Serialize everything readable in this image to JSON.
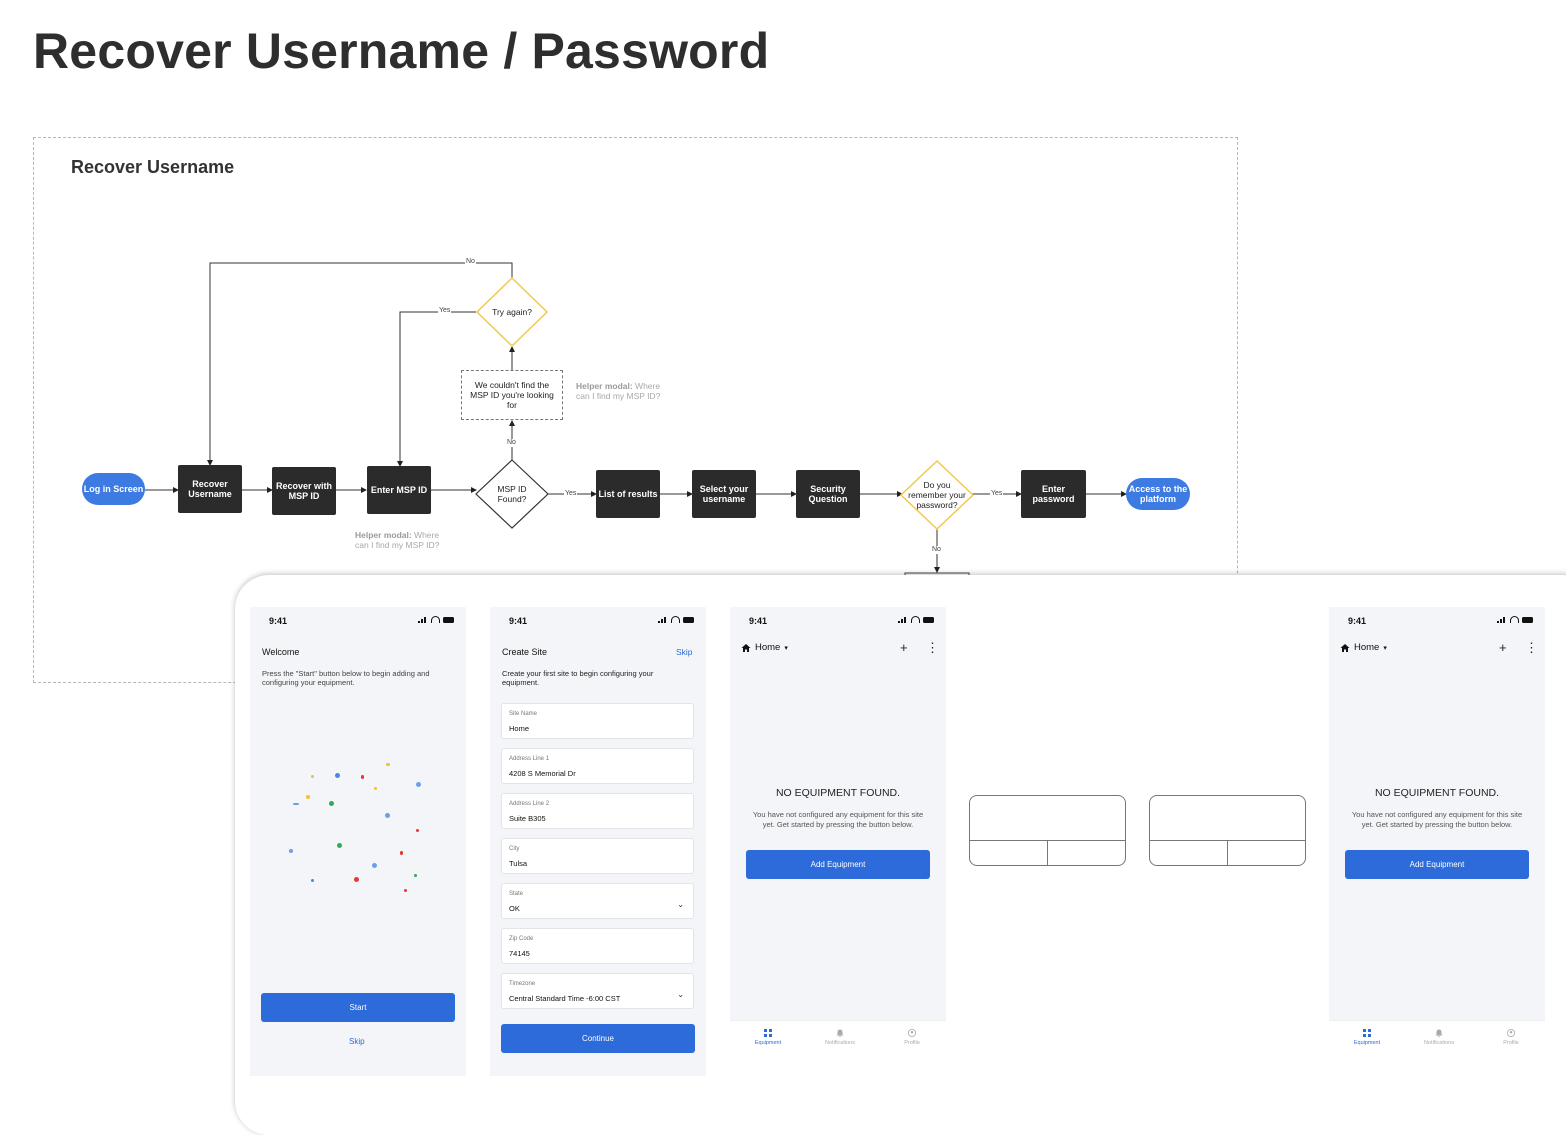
{
  "page": {
    "title": "Recover Username / Password"
  },
  "flow": {
    "title": "Recover Username",
    "nodes": {
      "login": "Log in Screen",
      "recover_username": "Recover Username",
      "recover_msp": "Recover with MSP ID",
      "enter_msp": "Enter MSP ID",
      "msp_found": "MSP ID Found?",
      "try_again": "Try again?",
      "not_found": "We couldn't find the MSP ID you're looking for",
      "list_results": "List of results",
      "select_username": "Select your username",
      "security_q": "Security Question",
      "remember_pw": "Do you remember your password?",
      "enter_pw": "Enter password",
      "access": "Access to the platform"
    },
    "helpers": {
      "bold": "Helper modal:",
      "text": " Where can I find my MSP ID?"
    },
    "edges": {
      "yes": "Yes",
      "no": "No"
    }
  },
  "screens": {
    "status_time": "9:41",
    "welcome": {
      "title": "Welcome",
      "desc": "Press the \"Start\" button below to begin adding and configuring your equipment.",
      "start": "Start",
      "skip": "Skip"
    },
    "create_site": {
      "title": "Create Site",
      "skip": "Skip",
      "desc": "Create your first site to begin configuring your equipment.",
      "fields": [
        {
          "label": "Site Name",
          "value": "Home"
        },
        {
          "label": "Address Line 1",
          "value": "4208 S Memorial Dr"
        },
        {
          "label": "Address Line 2",
          "value": "Suite B305"
        },
        {
          "label": "City",
          "value": "Tulsa"
        },
        {
          "label": "State",
          "value": "OK"
        },
        {
          "label": "Zip Code",
          "value": "74145"
        },
        {
          "label": "Timezone",
          "value": "Central Standard Time -6:00 CST"
        }
      ],
      "continue": "Continue"
    },
    "home": {
      "site": "Home",
      "empty_title": "NO EQUIPMENT FOUND.",
      "empty_desc": "You have not configured any equipment for this site yet. Get started by pressing the button below.",
      "add": "Add Equipment",
      "tabs": [
        "Equipment",
        "Notifications",
        "Profile"
      ]
    }
  },
  "colors": {
    "accent": "#2c6bd9",
    "flow_pill": "#3d7be2",
    "flow_box": "#2b2b2b",
    "decision": "#f2c94c"
  }
}
